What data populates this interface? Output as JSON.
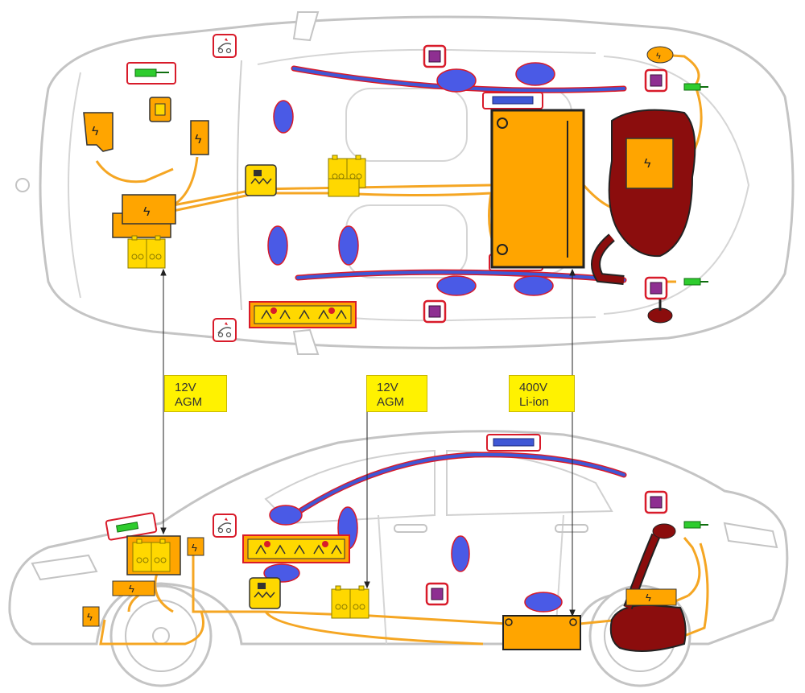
{
  "labels": {
    "left": {
      "line1": "12V",
      "line2": "AGM"
    },
    "middle": {
      "line1": "12V",
      "line2": "AGM"
    },
    "right": {
      "line1": "400V",
      "line2": "Li-ion"
    }
  },
  "symbols": {
    "bolt": "ϟ"
  },
  "colors": {
    "outline": "#c4c4c4",
    "wiring": "#f5a623",
    "hv_battery": "#ffa500",
    "fuel_tank": "#8b0d0d",
    "airbag": "#4a5ae6",
    "airbag_edge": "#d81b2a",
    "sensor": "#8e2f91",
    "module_yellow": "#ffd800",
    "curtain_blue": "#3f58d6",
    "nozzle_green": "#2ecc2e"
  }
}
